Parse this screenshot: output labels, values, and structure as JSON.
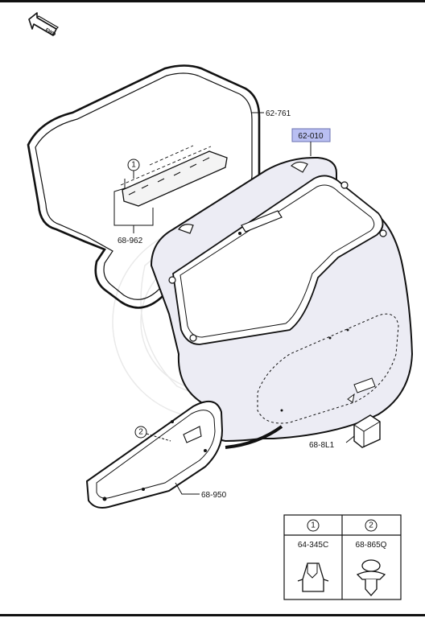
{
  "fwd_icon": {
    "label": "FWD"
  },
  "parts": {
    "glass_seal": "62-761",
    "liftgate": "62-010",
    "brake_light": "68-962",
    "trim_panel": "68-950",
    "handle_bracket": "68-8L1"
  },
  "callouts": {
    "one": "1",
    "two": "2"
  },
  "legend": {
    "cols": [
      {
        "num": "1",
        "part": "64-345C"
      },
      {
        "num": "2",
        "part": "68-865Q"
      }
    ]
  },
  "colors": {
    "highlight": "#b9bff2",
    "panel": "#ececf4",
    "line": "#111111"
  }
}
